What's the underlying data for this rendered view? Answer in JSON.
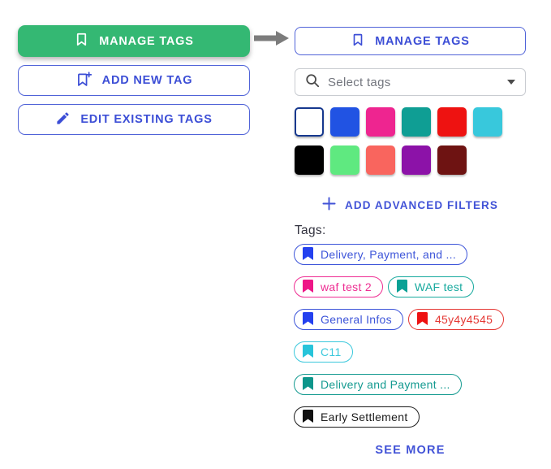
{
  "left_panel": {
    "manage_tags_button": {
      "label": "MANAGE TAGS"
    },
    "add_new_tag_button": {
      "label": "ADD NEW TAG"
    },
    "edit_existing_tags_button": {
      "label": "EDIT EXISTING TAGS"
    }
  },
  "right_panel": {
    "manage_tags_button": {
      "label": "MANAGE TAGS"
    },
    "select_tags": {
      "placeholder": "Select tags"
    },
    "palette": {
      "rows": [
        [
          {
            "name": "white",
            "color": "#ffffff",
            "border": "#16388e"
          },
          {
            "name": "blue",
            "color": "#2153e3"
          },
          {
            "name": "magenta",
            "color": "#ee2590"
          },
          {
            "name": "teal",
            "color": "#0f9e94"
          },
          {
            "name": "red",
            "color": "#ee1211"
          },
          {
            "name": "cyan",
            "color": "#38c8dc"
          }
        ],
        [
          {
            "name": "black",
            "color": "#000000"
          },
          {
            "name": "green",
            "color": "#5fe980"
          },
          {
            "name": "salmon",
            "color": "#f9655e"
          },
          {
            "name": "purple",
            "color": "#8c12a8"
          },
          {
            "name": "maroon",
            "color": "#6e1312"
          }
        ]
      ]
    },
    "add_advanced_filters": {
      "label": "ADD ADVANCED FILTERS"
    },
    "tags": {
      "label": "Tags:",
      "rows": [
        [
          {
            "label": "Delivery, Payment, and ...",
            "color": "#3d55d9",
            "icon_color": "#2441ef"
          }
        ],
        [
          {
            "label": "waf test 2",
            "color": "#ee2d92",
            "icon_color": "#ee1687"
          },
          {
            "label": "WAF test",
            "color": "#17a99e",
            "icon_color": "#0aa195"
          }
        ],
        [
          {
            "label": "General Infos",
            "color": "#3d55d9",
            "icon_color": "#2441ef"
          },
          {
            "label": "45y4y4545",
            "color": "#e53935",
            "icon_color": "#ee1111"
          }
        ],
        [
          {
            "label": "C11",
            "color": "#3ac8dc",
            "icon_color": "#27c4da"
          }
        ],
        [
          {
            "label": "Delivery and Payment ...",
            "color": "#149a90",
            "icon_color": "#0d968b"
          }
        ],
        [
          {
            "label": "Early Settlement",
            "color": "#1b1b1b",
            "icon_color": "#111111"
          }
        ]
      ]
    },
    "see_more": {
      "label": "SEE MORE"
    }
  },
  "colors": {
    "accent_green": "#34b873",
    "accent_blue": "#4253d7",
    "arrow_gray": "#7c7c7c"
  }
}
